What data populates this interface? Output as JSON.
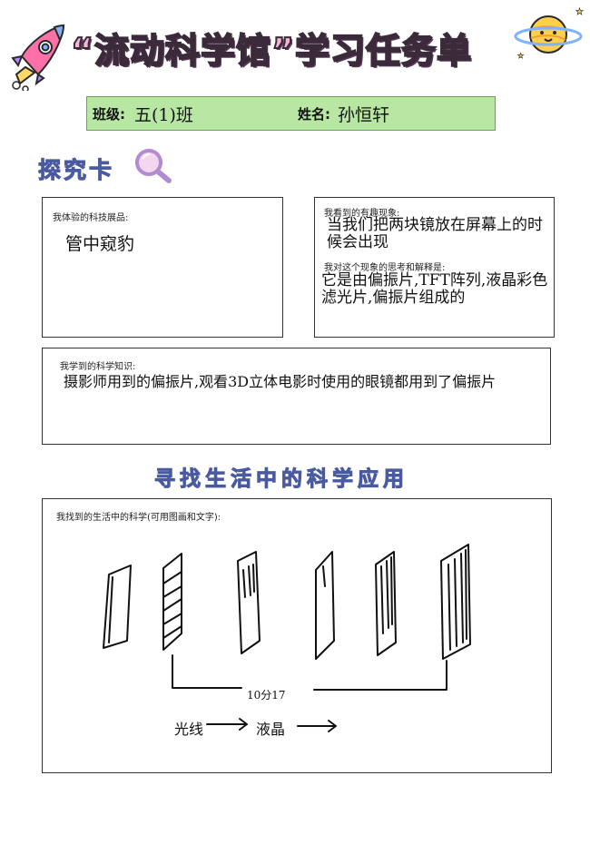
{
  "header": {
    "title": "“流动科学馆”学习任务单"
  },
  "info": {
    "class_label": "班级:",
    "class_value": "五(1)班",
    "name_label": "姓名:",
    "name_value": "孙恒轩"
  },
  "section1": {
    "heading": "探究卡"
  },
  "card_exhibit": {
    "prompt": "我体验的科技展品:",
    "answer": "管中窥豹"
  },
  "card_phenomenon": {
    "prompt": "我看到的有趣现象:",
    "answer": "当我们把两块镜放在屏幕上的时候会出现",
    "explain_prompt": "我对这个现象的思考和解释是:",
    "explain_answer": "它是由偏振片,TFT阵列,液晶彩色滤光片,偏振片组成的"
  },
  "card_knowledge": {
    "prompt": "我学到的科学知识:",
    "answer": "摄影师用到的偏振片,观看3D立体电影时使用的眼镜都用到了偏振片"
  },
  "section2": {
    "heading": "寻找生活中的科学应用"
  },
  "card_life": {
    "prompt": "我找到的生活中的科学(可用图画和文字):",
    "drawing_labels": {
      "time": "10分17",
      "light": "光线",
      "lcd": "液晶"
    }
  },
  "colors": {
    "title_fill": "#f8b6d3",
    "info_bar": "#b8e6a3",
    "section_heading": "#8fa6e6"
  }
}
